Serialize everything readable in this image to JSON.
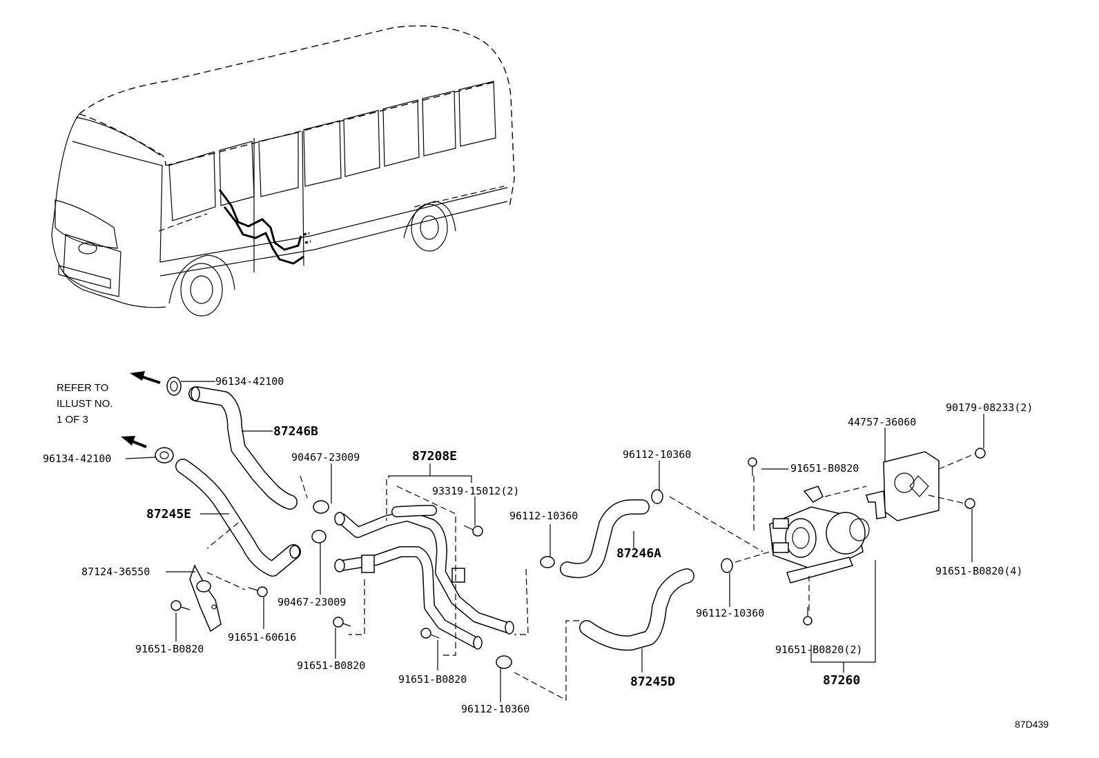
{
  "note": {
    "line1": "REFER TO",
    "line2": "ILLUST NO.",
    "line3": "1 OF 3"
  },
  "parts": {
    "clamp_top": "96134-42100",
    "clamp_left": "96134-42100",
    "hose_87246B": "87246B",
    "hose_87245E": "87245E",
    "grommet_upper": "90467-23009",
    "grommet_lower": "90467-23009",
    "pipe_assy": "87208E",
    "bolt_93319": "93319-15012(2)",
    "clamp_mid_left": "96112-10360",
    "clamp_mid_top": "96112-10360",
    "hose_87246A": "87246A",
    "clamp_mid_right": "96112-10360",
    "clamp_bottom": "96112-10360",
    "hose_87245D": "87245D",
    "bracket_87124": "87124-36550",
    "bolt_left_bottom": "91651-B0820",
    "bolt_60616": "91651-60616",
    "bolt_center": "91651-B0820",
    "bolt_center_right": "91651-B0820",
    "bracket_44757": "44757-36060",
    "nut_90179": "90179-08233(2)",
    "bolt_pump_top": "91651-B0820",
    "bolt_bracket_4": "91651-B0820(4)",
    "bolt_pump_2": "91651-B0820(2)",
    "pump_87260": "87260"
  },
  "figure_code": "87D439"
}
